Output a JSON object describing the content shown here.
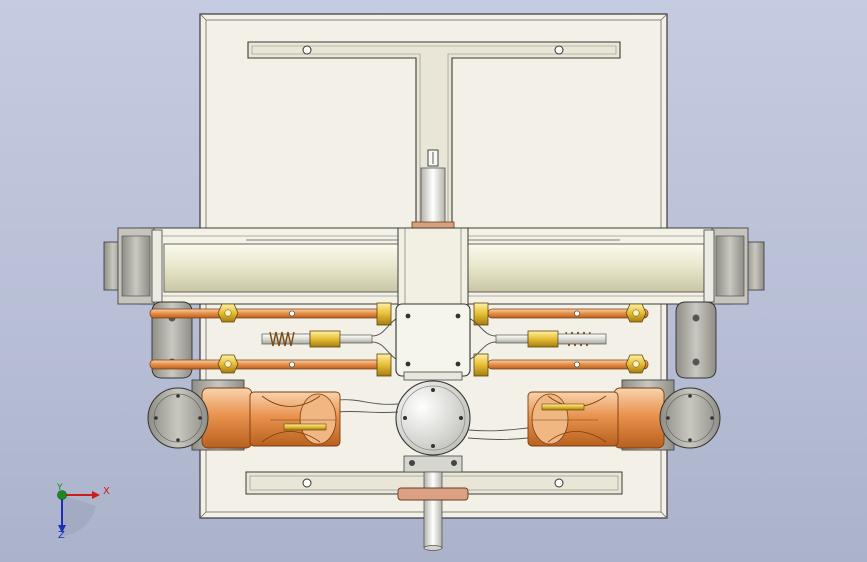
{
  "window": {
    "background_top": "#c5cbe0",
    "background_bottom": "#abb3cc"
  },
  "triad": {
    "x_label": "X",
    "y_label": "Y",
    "z_label": "Z",
    "x_color": "#d11a1a",
    "y_color": "#1c8a1c",
    "z_color": "#1c2fb8"
  },
  "model": {
    "plate_color": "#f3f1e7",
    "edge_color": "#3a3a3a",
    "copper_color": "#e29a5c",
    "brass_color": "#e8c341",
    "steel_color": "#dcdcd4"
  }
}
